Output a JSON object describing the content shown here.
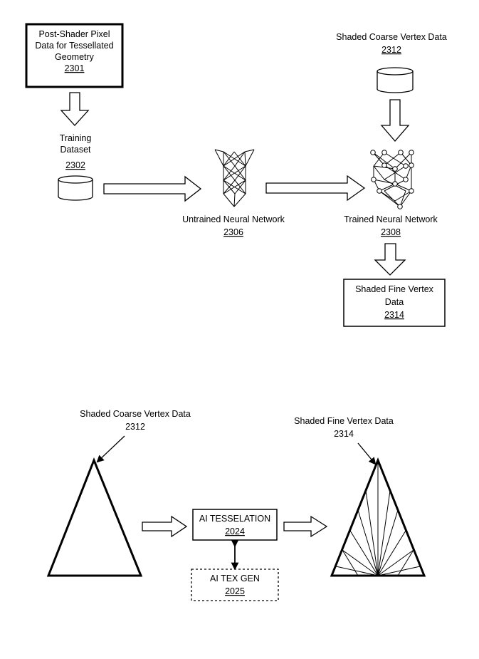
{
  "top": {
    "pixel_box": {
      "line1": "Post-Shader Pixel",
      "line2": "Data for Tessellated",
      "line3": "Geometry",
      "ref": "2301"
    },
    "training": {
      "line1": "Training",
      "line2": "Dataset",
      "ref": "2302"
    },
    "untrained": {
      "label": "Untrained Neural Network",
      "ref": "2306"
    },
    "trained": {
      "label": "Trained Neural Network",
      "ref": "2308"
    },
    "coarse": {
      "label": "Shaded Coarse Vertex Data",
      "ref": "2312"
    },
    "fine_box": {
      "line1": "Shaded Fine Vertex",
      "line2": "Data",
      "ref": "2314"
    }
  },
  "bottom": {
    "coarse": {
      "label": "Shaded Coarse Vertex Data",
      "ref": "2312"
    },
    "fine": {
      "label": "Shaded Fine Vertex Data",
      "ref": "2314"
    },
    "ai_tess": {
      "label": "AI TESSELATION",
      "ref": "2024"
    },
    "ai_tex": {
      "label": "AI TEX GEN",
      "ref": "2025"
    }
  }
}
